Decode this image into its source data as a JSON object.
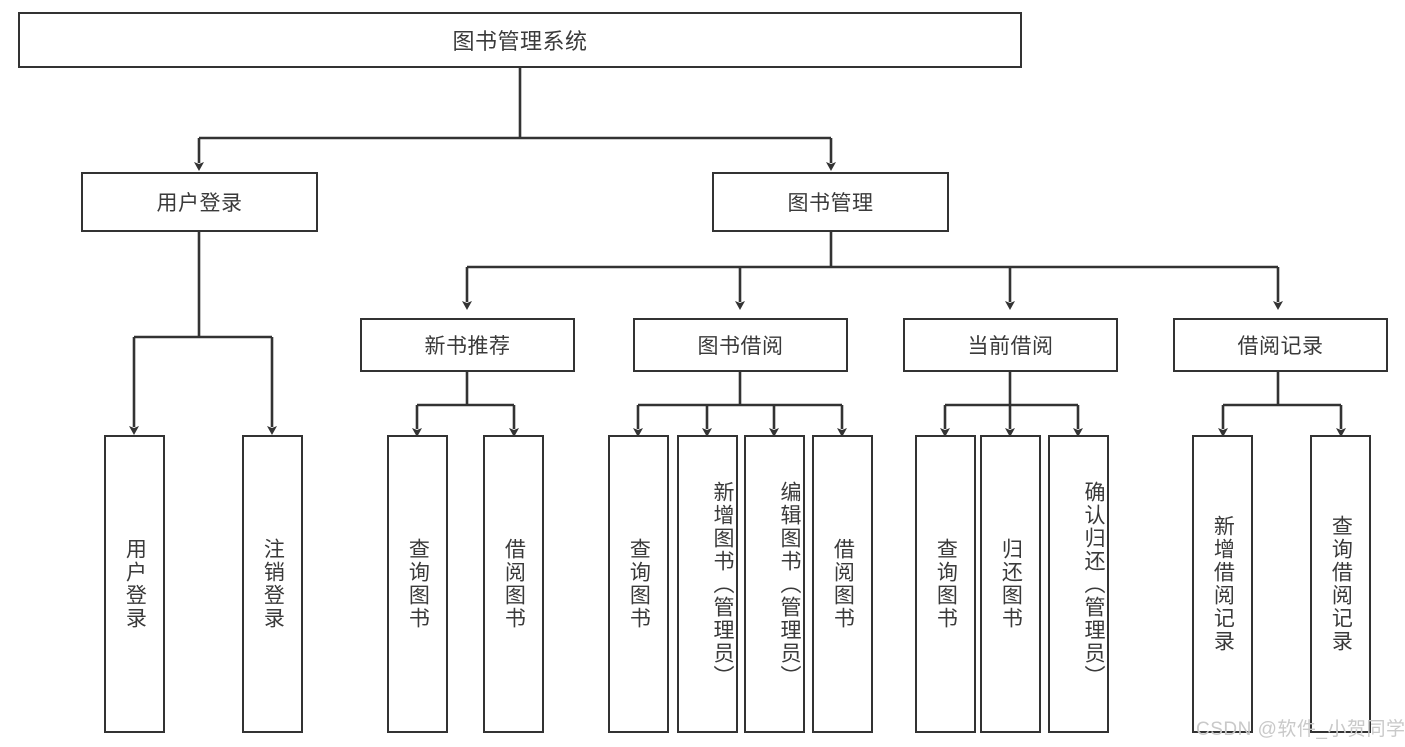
{
  "diagram": {
    "title": "图书管理系统",
    "type": "功能结构图",
    "style": {
      "box_border_color": "#333333",
      "box_fill_color": "#ffffff",
      "text_color": "#3a3a3a",
      "edge_color": "#333333",
      "background": "#ffffff",
      "watermark_color": "#c9c9c9"
    },
    "root": {
      "id": "root",
      "label": "图书管理系统"
    },
    "level1": [
      {
        "id": "user-login",
        "label": "用户登录"
      },
      {
        "id": "book-manage",
        "label": "图书管理"
      }
    ],
    "level2": [
      {
        "id": "new-book-recommend",
        "label": "新书推荐",
        "parent": "book-manage"
      },
      {
        "id": "book-borrow",
        "label": "图书借阅",
        "parent": "book-manage"
      },
      {
        "id": "current-borrow",
        "label": "当前借阅",
        "parent": "book-manage"
      },
      {
        "id": "borrow-record",
        "label": "借阅记录",
        "parent": "book-manage"
      }
    ],
    "leaves": [
      {
        "id": "leaf-user-login",
        "label": "用户登录",
        "parent": "user-login"
      },
      {
        "id": "leaf-logout",
        "label": "注销登录",
        "parent": "user-login"
      },
      {
        "id": "leaf-query-book-1",
        "label": "查询图书",
        "parent": "new-book-recommend"
      },
      {
        "id": "leaf-borrow-book-1",
        "label": "借阅图书",
        "parent": "new-book-recommend"
      },
      {
        "id": "leaf-query-book-2",
        "label": "查询图书",
        "parent": "book-borrow"
      },
      {
        "id": "leaf-add-book",
        "label": "新增图书（管理员）",
        "parent": "book-borrow"
      },
      {
        "id": "leaf-edit-book",
        "label": "编辑图书（管理员）",
        "parent": "book-borrow"
      },
      {
        "id": "leaf-borrow-book-2",
        "label": "借阅图书",
        "parent": "book-borrow"
      },
      {
        "id": "leaf-query-book-3",
        "label": "查询图书",
        "parent": "current-borrow"
      },
      {
        "id": "leaf-return-book",
        "label": "归还图书",
        "parent": "current-borrow"
      },
      {
        "id": "leaf-confirm-return",
        "label": "确认归还（管理员）",
        "parent": "current-borrow"
      },
      {
        "id": "leaf-add-record",
        "label": "新增借阅记录",
        "parent": "borrow-record"
      },
      {
        "id": "leaf-query-record",
        "label": "查询借阅记录",
        "parent": "borrow-record"
      }
    ],
    "watermark": "CSDN @软件_小贺同学"
  }
}
